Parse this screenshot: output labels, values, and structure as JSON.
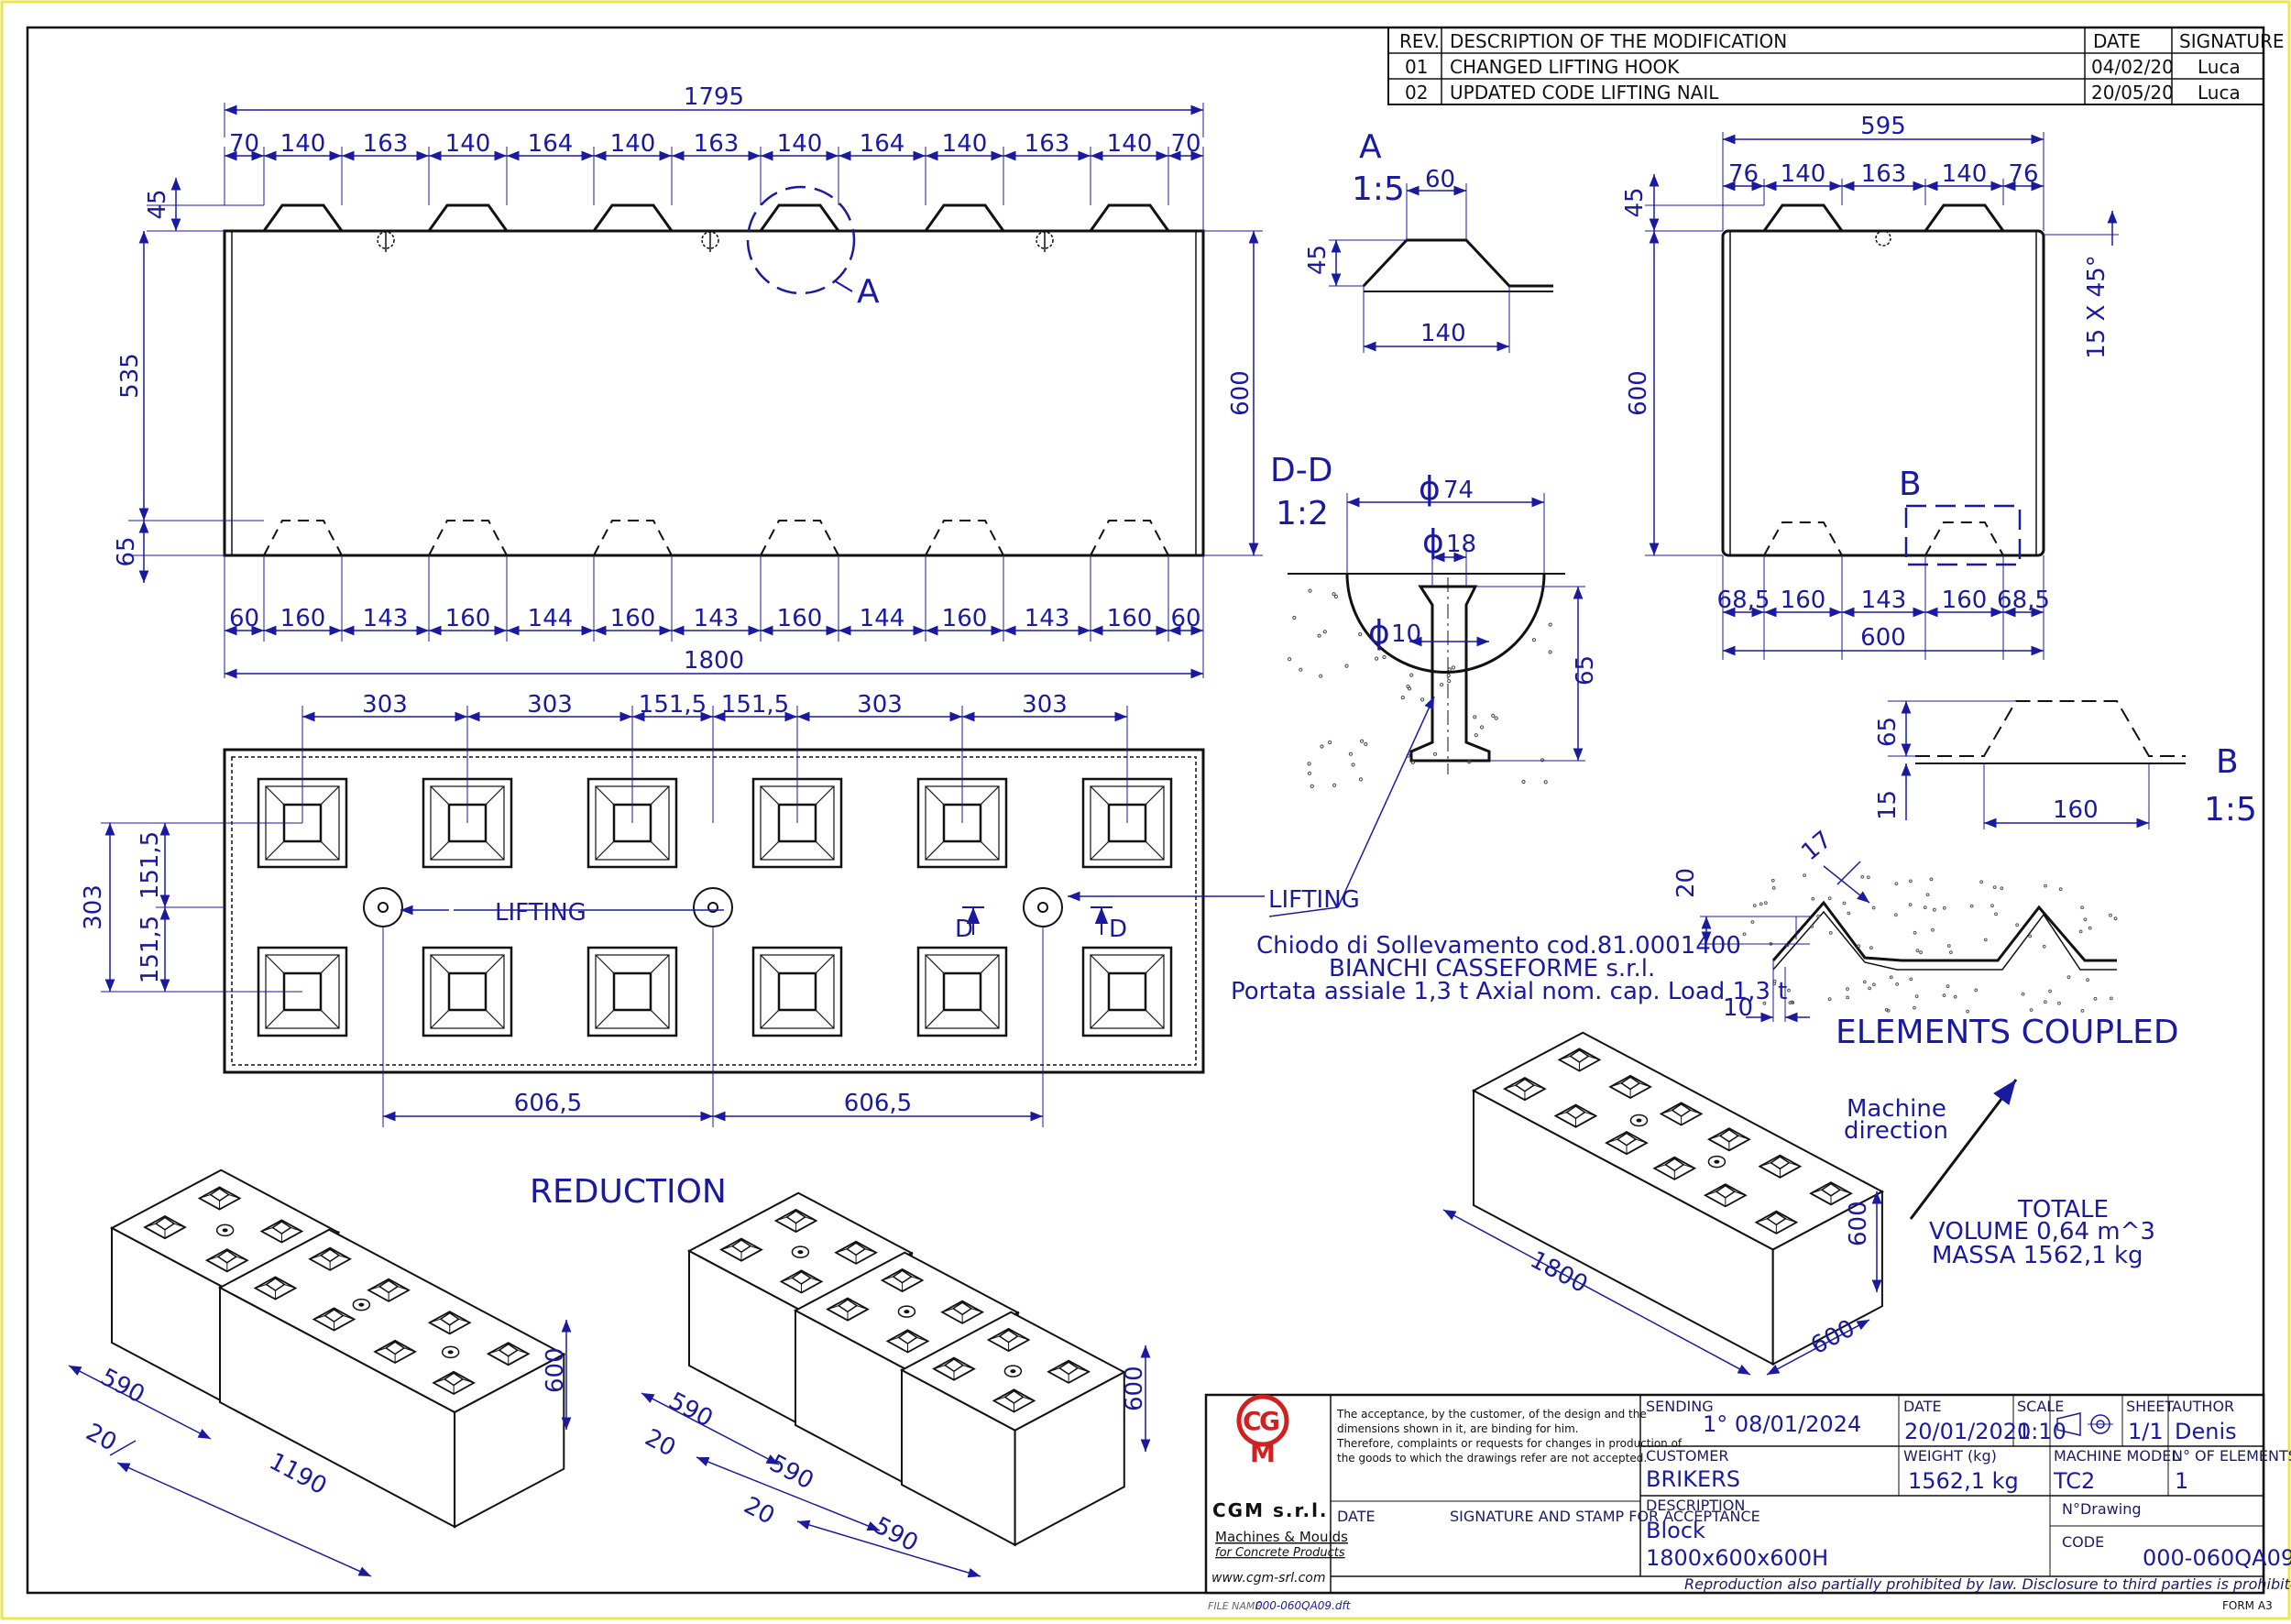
{
  "revisions": {
    "headers": [
      "REV.",
      "DESCRIPTION OF THE MODIFICATION",
      "DATE",
      "SIGNATURE"
    ],
    "rows": [
      {
        "rev": "01",
        "desc": "CHANGED LIFTING HOOK",
        "date": "04/02/20",
        "sig": "Luca"
      },
      {
        "rev": "02",
        "desc": "UPDATED CODE LIFTING NAIL",
        "date": "20/05/20",
        "sig": "Luca"
      }
    ]
  },
  "front_view": {
    "overall_top": "1795",
    "top_segments": [
      "70",
      "140",
      "163",
      "140",
      "164",
      "140",
      "163",
      "140",
      "164",
      "140",
      "163",
      "140",
      "70"
    ],
    "left_dims": [
      "45",
      "535",
      "65"
    ],
    "right_height": "600",
    "bottom_segments": [
      "60",
      "160",
      "143",
      "160",
      "144",
      "160",
      "143",
      "160",
      "144",
      "160",
      "143",
      "160",
      "60"
    ],
    "overall_bottom": "1800",
    "detail_marker": "A"
  },
  "detail_a": {
    "title": "A",
    "scale": "1:5",
    "top": "60",
    "height": "45",
    "base": "140"
  },
  "side_view": {
    "overall_top": "595",
    "top_segments": [
      "76",
      "140",
      "163",
      "140",
      "76"
    ],
    "left_dims": [
      "45",
      "600"
    ],
    "chamfer": "15 X 45°",
    "bottom_segments": [
      "68,5",
      "160",
      "143",
      "160",
      "68,5"
    ],
    "overall_bottom": "600",
    "detail_marker": "B"
  },
  "section_dd": {
    "title": "D-D",
    "scale": "1:2",
    "d1": "74",
    "d2": "18",
    "d3": "10",
    "depth": "65",
    "dia_symbol": "ϕ"
  },
  "detail_b": {
    "title": "B",
    "scale": "1:5",
    "height": "65",
    "base_gap": "15",
    "width": "160"
  },
  "coupled": {
    "title": "ELEMENTS COUPLED",
    "d17": "17",
    "d20": "20",
    "d10": "10"
  },
  "plan_view": {
    "top_dims": [
      "303",
      "303",
      "151,5",
      "151,5",
      "303",
      "303"
    ],
    "left_dims": [
      "303",
      "151,5",
      "151,5"
    ],
    "bottom_dims": [
      "606,5",
      "606,5"
    ],
    "lifting_label": "LIFTING",
    "section_label": "D"
  },
  "lifting_nail": {
    "line1": "Chiodo di Sollevamento  cod.81.0001400",
    "line2": "BIANCHI CASSEFORME s.r.l.",
    "line3": "Portata assiale 1,3 t Axial nom. cap. Load 1,3 t"
  },
  "reduction": {
    "title": "REDUCTION",
    "left": {
      "d590": "590",
      "d20": "20",
      "d1190": "1190",
      "d600": "600"
    },
    "right": {
      "d590a": "590",
      "d20a": "20",
      "d590b": "590",
      "d20b": "20",
      "d590c": "590",
      "d600": "600"
    }
  },
  "iso_main": {
    "machine_direction": [
      "Machine",
      "direction"
    ],
    "length": "1800",
    "width": "600",
    "height": "600",
    "totals": [
      "TOTALE",
      "VOLUME 0,64 m^3",
      "MASSA 1562,1 kg"
    ]
  },
  "title_block": {
    "company": "CGM s.r.l.",
    "tagline1": "Machines & Moulds",
    "tagline2": "for Concrete Products",
    "website": "www.cgm-srl.com",
    "logo_letters": [
      "C",
      "G",
      "M"
    ],
    "acceptance": [
      "The acceptance, by the customer, of the design and the",
      "dimensions shown in it, are binding for him.",
      "Therefore, complaints or requests for changes in production of",
      "the goods to which the drawings refer are not accepted."
    ],
    "date_label": "DATE",
    "signature_label": "SIGNATURE AND STAMP FOR ACCEPTANCE",
    "sending_label": "SENDING",
    "sending_value": "1° 08/01/2024",
    "draw_date_label": "DATE",
    "draw_date_value": "20/01/2020",
    "scale_label": "SCALE",
    "scale_value": "1:10",
    "sheet_label": "SHEET",
    "sheet_value": "1/1",
    "author_label": "AUTHOR",
    "author_value": "Denis",
    "customer_label": "CUSTOMER",
    "customer_value": "BRIKERS",
    "weight_label": "WEIGHT (kg)",
    "weight_value": "1562,1 kg",
    "model_label": "MACHINE MODEL",
    "model_value": "TC2",
    "elements_label": "N° OF ELEMENTS",
    "elements_value": "1",
    "description_label": "DESCRIPTION",
    "description_line1": "Block",
    "description_line2": "1800x600x600H",
    "ndrawing_label": "N°Drawing",
    "code_label": "CODE",
    "code_value": "000-060QA09",
    "legal": "Reproduction also partially prohibited by law. Disclosure to third parties is prohibited. Private property.",
    "file_label": "FILE NAME",
    "file_value": "000-060QA09.dft",
    "form": "FORM A3"
  },
  "colors": {
    "line": "#111111",
    "dim": "#1a1aa0",
    "logo": "#d02020",
    "frame_border": "#e8e84a"
  }
}
